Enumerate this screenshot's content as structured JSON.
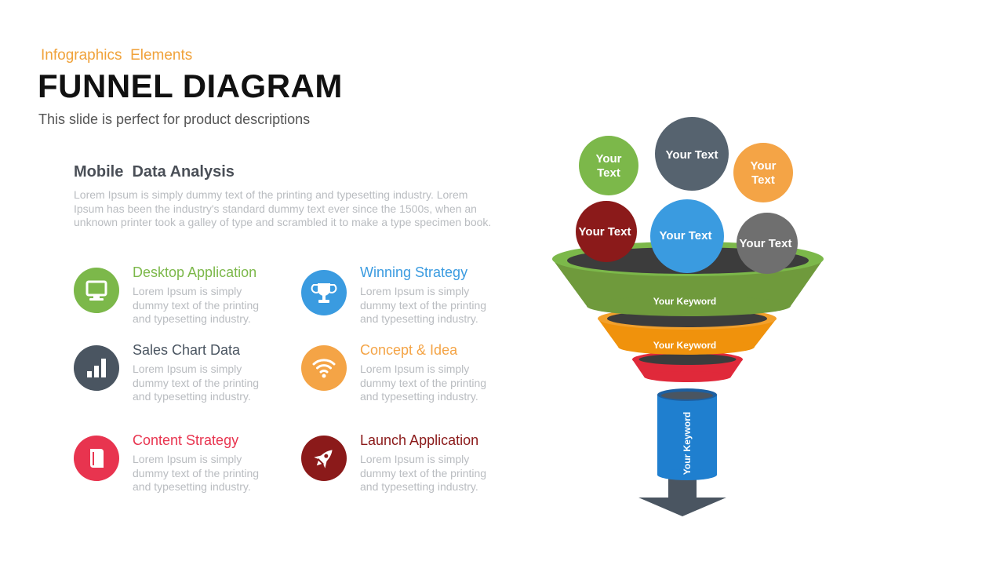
{
  "header": {
    "kicker": "Infographics  Elements",
    "title": "FUNNEL DIAGRAM",
    "subtitle": "This slide is perfect for product descriptions"
  },
  "section": {
    "title": "Mobile  Data Analysis",
    "body": "Lorem Ipsum is simply dummy text of the printing and typesetting industry. Lorem Ipsum has been the industry's standard dummy text ever since the 1500s, when an unknown printer took a galley of type and scrambled it to make a type specimen book."
  },
  "features": [
    {
      "title": "Desktop Application",
      "desc": "Lorem Ipsum is simply dummy text of the printing and typesetting industry.",
      "color": "#7cb84a",
      "icon": "monitor-icon"
    },
    {
      "title": "Winning Strategy",
      "desc": "Lorem Ipsum is simply dummy text of the printing and typesetting industry.",
      "color": "#3a9be0",
      "icon": "trophy-icon"
    },
    {
      "title": "Sales Chart Data",
      "desc": "Lorem Ipsum is simply dummy text of the printing and typesetting industry.",
      "color": "#4a5561",
      "icon": "bar-chart-icon"
    },
    {
      "title": "Concept & Idea",
      "desc": "Lorem Ipsum is simply dummy text of the printing and typesetting industry.",
      "color": "#f4a446",
      "icon": "wifi-icon"
    },
    {
      "title": "Content Strategy",
      "desc": "Lorem Ipsum is simply dummy text of the printing and typesetting industry.",
      "color": "#e8344f",
      "icon": "book-icon"
    },
    {
      "title": "Launch Application",
      "desc": "Lorem Ipsum is simply dummy text of the printing and typesetting industry.",
      "color": "#8b1a1a",
      "icon": "rocket-icon"
    }
  ],
  "funnel": {
    "bubbles": [
      {
        "text": "Your Text",
        "color": "#7cb84a"
      },
      {
        "text": "Your Text",
        "color": "#56636f"
      },
      {
        "text": "Your Text",
        "color": "#f4a446"
      },
      {
        "text": "Your Text",
        "color": "#8b1a1a"
      },
      {
        "text": "Your Text",
        "color": "#3a9be0"
      },
      {
        "text": "Your Text",
        "color": "#6f6f6f"
      }
    ],
    "tier1_label": "Your Keyword",
    "tier2_label": "Your Keyword",
    "tube_label": "Your Keyword",
    "colors": {
      "tier1": "#6f9a3c",
      "tier2": "#f0920c",
      "tier3": "#e0293a",
      "tube": "#1f7fcf",
      "arrow": "#4a5561"
    }
  }
}
